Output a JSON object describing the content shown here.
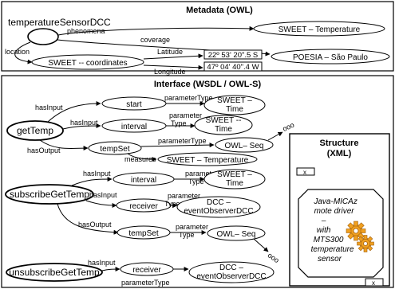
{
  "metadata": {
    "title": "Metadata (OWL)",
    "sensor": "temperatureSensorDCC",
    "edges": {
      "phenomena": "phenomena",
      "coverage": "coverage",
      "location": "location",
      "latitude": "Latitude",
      "longitude": "Longitude"
    },
    "nodes": {
      "temperature": "SWEET – Temperature",
      "coordinates": "SWEET -- coordinates",
      "poesia": "POESIA – São Paulo"
    },
    "latitude_value": "22º 53' 20\".5 S",
    "longitude_value": "47º 04' 40\".4 W"
  },
  "interface": {
    "title": "Interface (WSDL / OWL-S)",
    "get_temp": {
      "name": "getTemp",
      "inputs": [
        "start",
        "interval"
      ],
      "output": "tempSet",
      "start_type": "SWEET –\nTime",
      "interval_type": "SWEET --\nTime",
      "output_type": "OWL– Seq",
      "measures": "SWEET – Temperature"
    },
    "subscribe": {
      "name": "subscribeGetTemp",
      "inputs": [
        "interval",
        "receiver"
      ],
      "output": "tempSet",
      "interval_type": "SWEET –\nTime",
      "receiver_type": "DCC –\neventObserverDCC",
      "output_type": "OWL– Seq"
    },
    "unsubscribe": {
      "name": "unsubscribeGetTemp",
      "input": "receiver",
      "receiver_type": "DCC –\neventObserverDCC"
    },
    "edge_labels": {
      "has_input": "hasInput",
      "has_output": "hasOutput",
      "parameter_type": "parameterType",
      "parameter_type_split": "parameter\nType",
      "measures": "measures"
    },
    "ellipsis": "ooo"
  },
  "structure": {
    "title": "Structure\n(XML)",
    "tag": "x",
    "content": "Java-MICAz\nmote driver\n–\nwith\nMTS300\ntemperature\nsensor",
    "gear_color": "#f0a020"
  }
}
